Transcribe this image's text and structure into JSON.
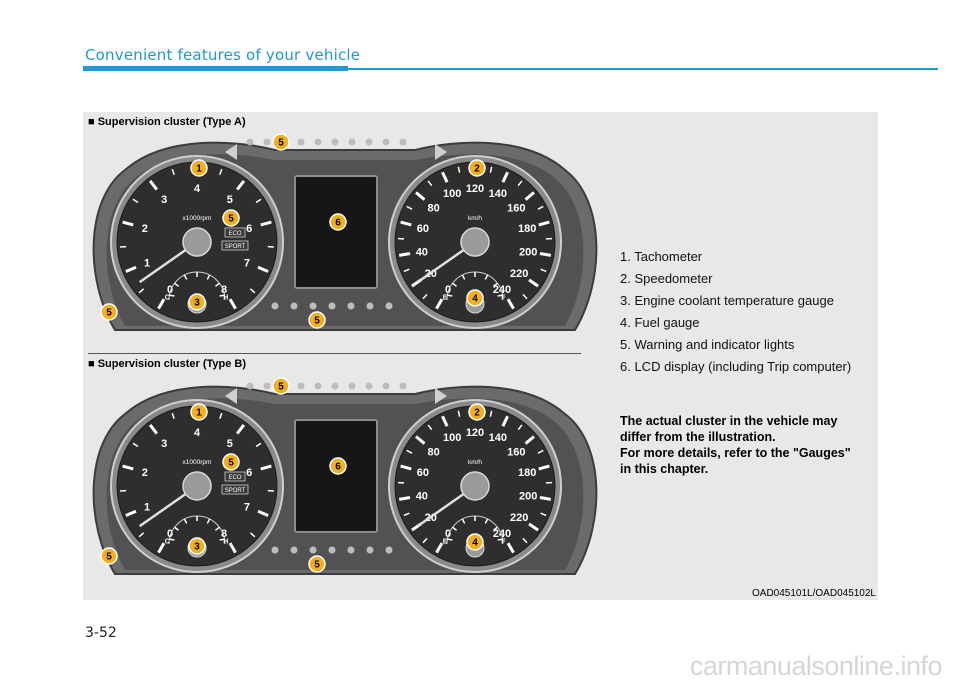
{
  "header": {
    "section_title": "Convenient features of your vehicle"
  },
  "clusters": [
    {
      "label": "■ Supervision cluster (Type A)",
      "tach_ticks": [
        "0",
        "1",
        "2",
        "3",
        "4",
        "5",
        "6",
        "7",
        "8"
      ],
      "tach_unit": "x1000rpm",
      "speed_ticks": [
        "0",
        "20",
        "40",
        "60",
        "80",
        "100",
        "120",
        "140",
        "160",
        "180",
        "200",
        "220",
        "240"
      ],
      "speed_unit": "km/h",
      "temp_labels": [
        "C",
        "H"
      ],
      "fuel_labels": [
        "E",
        "F"
      ],
      "mode_badges": [
        "ECO",
        "SPORT"
      ],
      "callouts": [
        "1",
        "2",
        "3",
        "4",
        "5",
        "5",
        "5",
        "5",
        "6"
      ]
    },
    {
      "label": "■ Supervision cluster (Type B)",
      "tach_ticks": [
        "0",
        "1",
        "2",
        "3",
        "4",
        "5",
        "6",
        "7",
        "8"
      ],
      "tach_unit": "x1000rpm",
      "speed_ticks": [
        "0",
        "20",
        "40",
        "60",
        "80",
        "100",
        "120",
        "140",
        "160",
        "180",
        "200",
        "220",
        "240"
      ],
      "speed_unit": "km/h",
      "temp_labels": [
        "C",
        "H"
      ],
      "fuel_labels": [
        "E",
        "F"
      ],
      "mode_badges": [
        "ECO",
        "SPORT"
      ],
      "callouts": [
        "1",
        "2",
        "3",
        "4",
        "5",
        "5",
        "5",
        "5",
        "6"
      ]
    }
  ],
  "legend": [
    "1. Tachometer",
    "2. Speedometer",
    "3. Engine coolant temperature gauge",
    "4. Fuel gauge",
    "5. Warning and indicator lights",
    "6. LCD display (including Trip computer)"
  ],
  "note_lines": [
    "The actual cluster in the vehicle may",
    "differ from the illustration.",
    "For more details, refer to the \"Gauges\"",
    "in this chapter."
  ],
  "image_code": "OAD045101L/OAD045102L",
  "page_number": "3-52",
  "watermark": "carmanualsonline.info"
}
